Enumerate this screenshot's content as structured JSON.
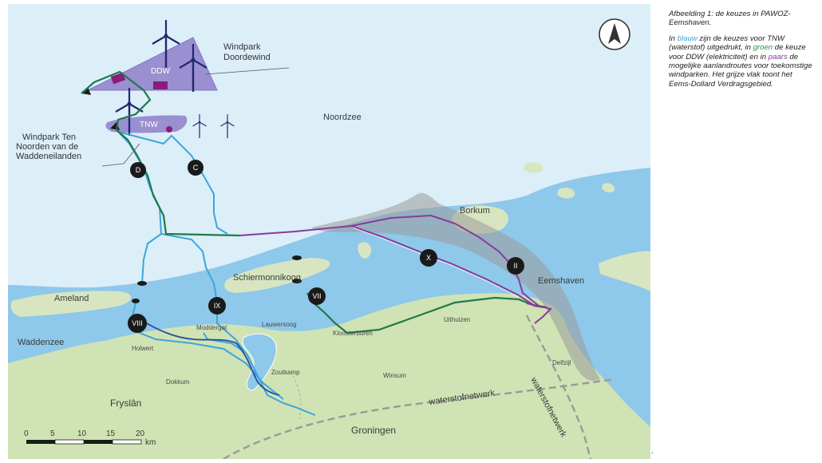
{
  "caption": {
    "title": "Afbeelding 1: de keuzes in PAWOZ-Eemshaven.",
    "p1": "In ",
    "blauw": "blauw",
    "p2": " zijn de keuzes voor TNW (waterstof) uitgedrukt, in ",
    "groen": "groen",
    "p3": " de keuze voor DDW (elektriciteit) en in ",
    "paars": "paars",
    "p4": " de mogelijke aanlandroutes voor toekomstige windparken. Het grijze vlak toont het Eems-Dollard Verdragsgebied."
  },
  "labels": {
    "noordzee": "Noordzee",
    "ddw": "DDW",
    "tnw": "TNW",
    "windpark_dd_1": "Windpark",
    "windpark_dd_2": "Doordewind",
    "windpark_tnw_1": "Windpark Ten",
    "windpark_tnw_2": "Noorden van de",
    "windpark_tnw_3": "Waddeneilanden",
    "borkum": "Borkum",
    "eemshaven": "Eemshaven",
    "schiermonnikoog": "Schiermonnikoog",
    "ameland": "Ameland",
    "waddenzee": "Waddenzee",
    "fryslan": "Fryslân",
    "groningen": "Groningen",
    "moddergat": "Moddergat",
    "lauwersoog": "Lauwersoog",
    "holwert": "Holwert",
    "dokkum": "Dokkum",
    "zoutkamp": "Zoutkamp",
    "kloosterburen": "Kloosterburen",
    "uithuizen": "Uithuizen",
    "winsum": "Winsum",
    "delfzijl": "Delfzijl",
    "waterstofnetwerk": "waterstofnetwerk"
  },
  "routes": {
    "d": "D",
    "c": "C",
    "x": "X",
    "ii": "II",
    "ix": "IX",
    "vii": "VII",
    "viii": "VIII"
  },
  "scale": {
    "t0": "0",
    "t5": "5",
    "t10": "10",
    "t15": "15",
    "t20": "20",
    "unit": "km"
  },
  "colors": {
    "sea": "#8ec8ea",
    "land": "#cfe3b4",
    "island": "#d7e6c0",
    "hydrogen": "#3aa6dc",
    "electricity": "#1f7a4a",
    "future": "#8a3a9a",
    "treaty_area": "#9a9a9a",
    "windpark": "#9a8fd0"
  },
  "icons": {
    "compass": "north-arrow-icon",
    "turbine": "wind-turbine-icon"
  },
  "trailing_mark": "."
}
